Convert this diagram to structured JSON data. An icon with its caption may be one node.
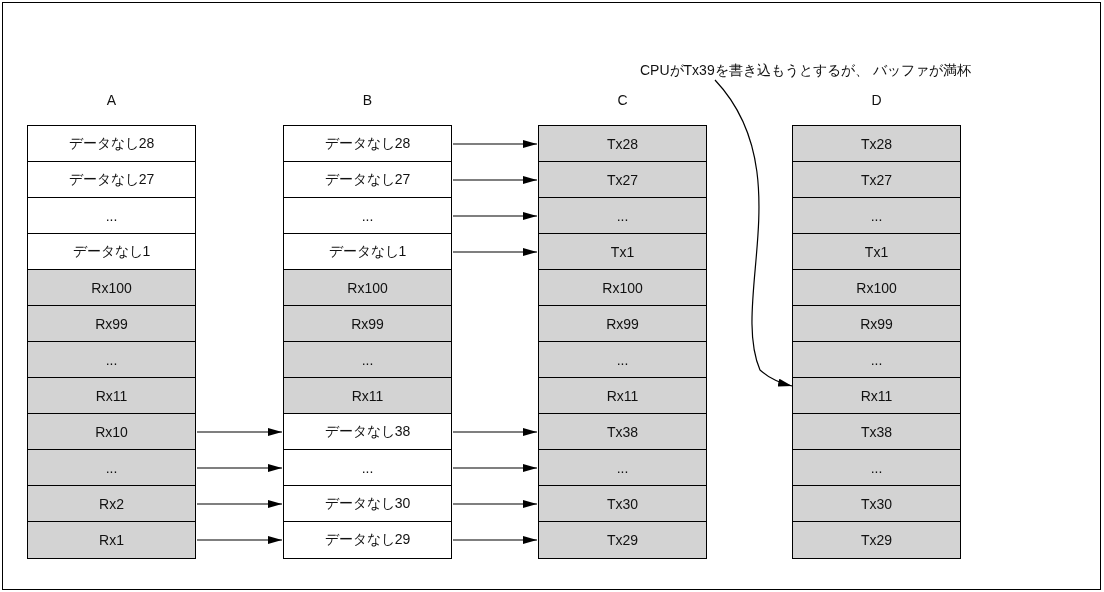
{
  "diagram": {
    "nodes": [
      {
        "text": [
          "A"
        ]
      },
      {
        "text": [
          "データなし28"
        ],
        "in": 0
      },
      {
        "text": [
          "データなし27"
        ],
        "in": 0
      },
      {
        "text": [
          "..."
        ],
        "in": 0
      },
      {
        "text": [
          "データなし1"
        ],
        "in": 0
      },
      {
        "text": [
          "Rx100"
        ],
        "in": 0
      },
      {
        "text": [
          "Rx99"
        ],
        "in": 0
      },
      {
        "text": [
          "..."
        ],
        "in": 0
      },
      {
        "text": [
          "Rx11"
        ],
        "in": 0
      },
      {
        "text": [
          "Rx10"
        ],
        "in": 0
      },
      {
        "text": [
          "..."
        ],
        "in": 0
      },
      {
        "text": [
          "Rx2"
        ],
        "in": 0
      },
      {
        "text": [
          "Rx1"
        ],
        "in": 0
      },
      {
        "text": [
          "B"
        ]
      },
      {
        "text": [
          "データなし28"
        ],
        "in": 13
      },
      {
        "text": [
          "データなし27"
        ],
        "in": 13
      },
      {
        "text": [
          "..."
        ],
        "in": 13
      },
      {
        "text": [
          "データなし1"
        ],
        "in": 13
      },
      {
        "text": [
          "Rx100"
        ],
        "in": 13
      },
      {
        "text": [
          "Rx99"
        ],
        "in": 13
      },
      {
        "text": [
          "..."
        ],
        "in": 13
      },
      {
        "text": [
          "Rx11"
        ],
        "in": 13
      },
      {
        "text": [
          "データなし38"
        ],
        "in": 13
      },
      {
        "text": [
          "..."
        ],
        "in": 13
      },
      {
        "text": [
          "データなし30"
        ],
        "in": 13
      },
      {
        "text": [
          "データなし29"
        ],
        "in": 13
      },
      {
        "text": [
          "C"
        ]
      },
      {
        "text": [
          "Tx28"
        ],
        "in": 26
      },
      {
        "text": [
          "Tx27"
        ],
        "in": 26
      },
      {
        "text": [
          "..."
        ],
        "in": 26
      },
      {
        "text": [
          "Tx1"
        ],
        "in": 26
      },
      {
        "text": [
          "Rx100"
        ],
        "in": 26
      },
      {
        "text": [
          "Rx99"
        ],
        "in": 26
      },
      {
        "text": [
          "..."
        ],
        "in": 26
      },
      {
        "text": [
          "Rx11"
        ],
        "in": 26
      },
      {
        "text": [
          "Tx38"
        ],
        "in": 26
      },
      {
        "text": [
          "..."
        ],
        "in": 26
      },
      {
        "text": [
          "Tx30"
        ],
        "in": 26
      },
      {
        "text": [
          "Tx29"
        ],
        "in": 26
      },
      {
        "text": [
          "D"
        ]
      },
      {
        "text": [
          "Tx28"
        ],
        "in": 39
      },
      {
        "text": [
          "Tx27"
        ],
        "in": 39
      },
      {
        "text": [
          "..."
        ],
        "in": 39
      },
      {
        "text": [
          "Tx1"
        ],
        "in": 39
      },
      {
        "text": [
          "Rx100"
        ],
        "in": 39
      },
      {
        "text": [
          "Rx99"
        ],
        "in": 39
      },
      {
        "text": [
          "..."
        ],
        "in": 39
      },
      {
        "text": [
          "Rx11"
        ],
        "in": 39
      },
      {
        "text": [
          "Tx38"
        ],
        "in": 39
      },
      {
        "text": [
          "..."
        ],
        "in": 39
      },
      {
        "text": [
          "Tx30"
        ],
        "in": 39
      },
      {
        "text": [
          "Tx29"
        ],
        "in": 39
      },
      {
        "text": [
          "CPUがTx39を書き込もうとするが、 バッファが満杯"
        ]
      }
    ],
    "edges": [
      {
        "from": 9,
        "to": 22,
        "arrow": "to"
      },
      {
        "from": 10,
        "to": 23,
        "arrow": "to"
      },
      {
        "from": 11,
        "to": 24,
        "arrow": "to"
      },
      {
        "from": 12,
        "to": 25,
        "arrow": "to"
      },
      {
        "from": 14,
        "to": 27,
        "arrow": "to"
      },
      {
        "from": 15,
        "to": 28,
        "arrow": "to"
      },
      {
        "from": 16,
        "to": 29,
        "arrow": "to"
      },
      {
        "from": 17,
        "to": 30,
        "arrow": "to"
      },
      {
        "from": 22,
        "to": 35,
        "arrow": "to"
      },
      {
        "from": 23,
        "to": 36,
        "arrow": "to"
      },
      {
        "from": 24,
        "to": 37,
        "arrow": "to"
      },
      {
        "from": 25,
        "to": 38,
        "arrow": "to"
      },
      {
        "from": 52,
        "to": 47,
        "arrow": "to"
      }
    ]
  }
}
